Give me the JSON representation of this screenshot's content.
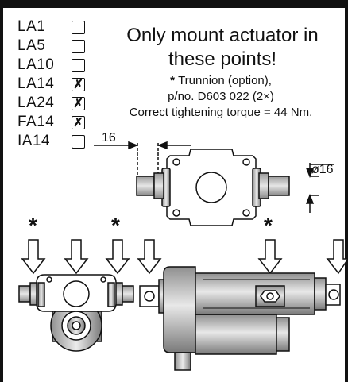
{
  "models": [
    {
      "name": "LA1",
      "checked": false
    },
    {
      "name": "LA5",
      "checked": false
    },
    {
      "name": "LA10",
      "checked": false
    },
    {
      "name": "LA14",
      "checked": true
    },
    {
      "name": "LA24",
      "checked": true
    },
    {
      "name": "FA14",
      "checked": true
    },
    {
      "name": "IA14",
      "checked": false
    }
  ],
  "check_mark": "✗",
  "notice": {
    "line1": "Only mount actuator in",
    "line2": "these points!"
  },
  "trunnion": {
    "star": "*",
    "line1": "Trunnion (option),",
    "line2": "p/no. D603 022 (2×)",
    "line3": "Correct tightening torque = 44 Nm."
  },
  "dimensions": {
    "length": "16",
    "diameter": "ø16"
  },
  "mount_star": "*"
}
